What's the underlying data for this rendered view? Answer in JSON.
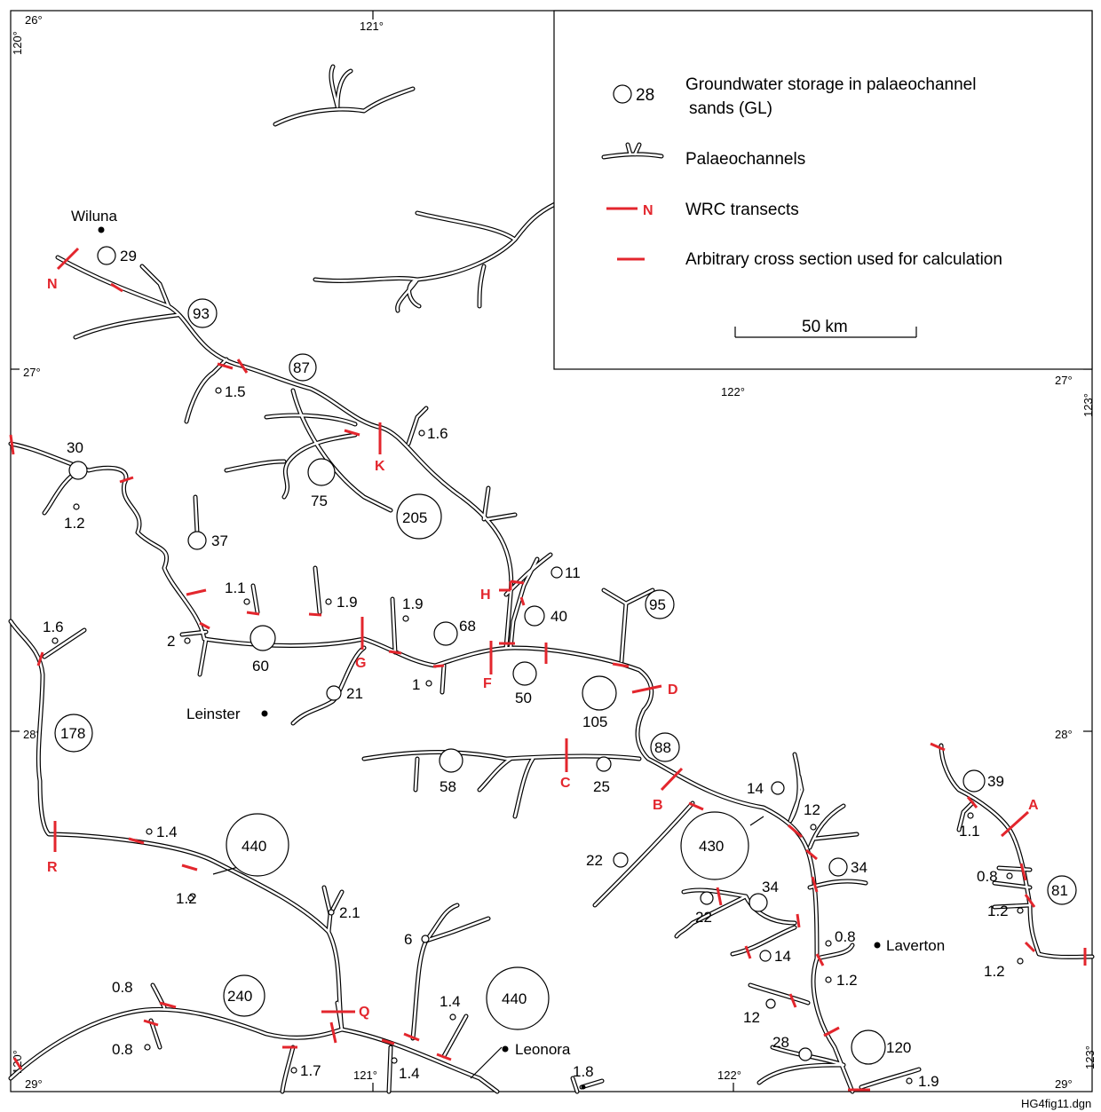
{
  "coords": {
    "left_lat": [
      "26°",
      "27°",
      "28°",
      "29°"
    ],
    "right_lat": [
      "27°",
      "28°",
      "29°"
    ],
    "lon_top": [
      "120°",
      "121°"
    ],
    "lon_mid": "122°",
    "lon_right": "123°",
    "lon_bottom": [
      "120°",
      "121°",
      "122°",
      "123°"
    ]
  },
  "towns": {
    "wiluna": "Wiluna",
    "leinster": "Leinster",
    "laverton": "Laverton",
    "leonora": "Leonora"
  },
  "legend": {
    "storage_value": "28",
    "storage_line1": "Groundwater storage in palaeochannel",
    "storage_line2": "sands (GL)",
    "palaeochannels": "Palaeochannels",
    "wrc_letter": "N",
    "wrc_transects": "WRC transects",
    "arbitrary": "Arbitrary cross section used for calculation",
    "scale": "50 km"
  },
  "transects": {
    "N": "N",
    "K": "K",
    "H": "H",
    "G": "G",
    "F": "F",
    "D": "D",
    "C": "C",
    "B": "B",
    "A": "A",
    "R": "R",
    "Q": "Q"
  },
  "storage": {
    "s29": "29",
    "s93": "93",
    "s87": "87",
    "s1_5": "1.5",
    "s1_6a": "1.6",
    "s30": "30",
    "s1_2a": "1.2",
    "s75": "75",
    "s205": "205",
    "s37": "37",
    "s11": "11",
    "s1_1a": "1.1",
    "s1_9a": "1.9",
    "s1_9b": "1.9",
    "s40": "40",
    "s95": "95",
    "s1_6b": "1.6",
    "s2": "2",
    "s60": "60",
    "s68": "68",
    "s1": "1",
    "s50": "50",
    "s105": "105",
    "s21": "21",
    "s178": "178",
    "s88": "88",
    "s58": "58",
    "s25": "25",
    "s14a": "14",
    "s12a": "12",
    "s39": "39",
    "s1_1b": "1.1",
    "s1_4a": "1.4",
    "s440a": "440",
    "s430": "430",
    "s22a": "22",
    "s34a": "34",
    "s34b": "34",
    "s0_8a": "0.8",
    "s81": "81",
    "s1_2b": "1.2",
    "s2_1": "2.1",
    "s22b": "22",
    "s1_2c": "1.2",
    "s6": "6",
    "s14b": "14",
    "s0_8b": "0.8",
    "s1_2d": "1.2",
    "s0_8c": "0.8",
    "s240": "240",
    "s1_4b": "1.4",
    "s440b": "440",
    "s12b": "12",
    "s1_2e": "1.2",
    "s28": "28",
    "s120": "120",
    "s0_8d": "0.8",
    "s1_7": "1.7",
    "s1_4c": "1.4",
    "s1_8": "1.8",
    "s1_9c": "1.9"
  },
  "file_id": "HG4fig11.dgn",
  "colors": {
    "transect": "#e3262d",
    "line": "#000000",
    "background": "#ffffff"
  }
}
